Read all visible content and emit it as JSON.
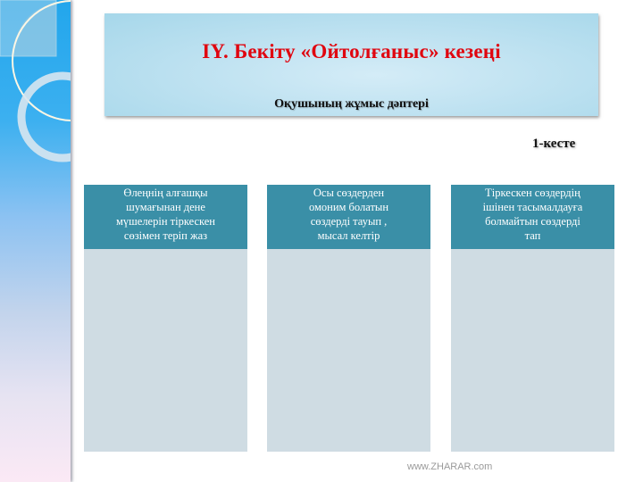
{
  "slide": {
    "title": "IY. Бекіту «Ойтолғаныс» кезеңі",
    "subtitle": "Оқушының жұмыс дәптері",
    "table_label": "1-кесте",
    "colors": {
      "title": "#e0050f",
      "header_box": "#b8def0",
      "column_header": "#3a8fa7",
      "column_body": "#cfdce3",
      "sidebar_top": "#22a6ec",
      "sidebar_bottom": "#fbe9f5"
    }
  },
  "columns": [
    {
      "header_lines": [
        "Өлеңнің  алғашқы",
        "шумағынан  дене",
        "мүшелерін тіркескен",
        "сөзімен теріп жаз"
      ],
      "body": ""
    },
    {
      "header_lines": [
        "Осы  сөздерден",
        "омоним болатын",
        "сөздерді  тауып ,",
        "мысал келтір"
      ],
      "body": ""
    },
    {
      "header_lines": [
        "Тіркескен сөздердің",
        "ішінен тасымалдауға",
        "болмайтын сөздерді",
        "тап"
      ],
      "body": ""
    }
  ],
  "footer": {
    "watermark": "www.ZHARAR.com"
  }
}
